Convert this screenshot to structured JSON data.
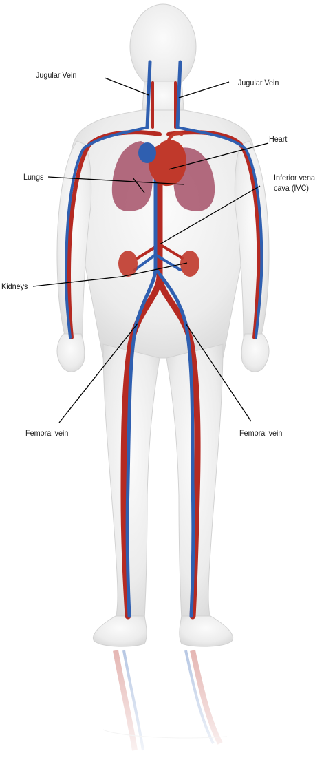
{
  "diagram": {
    "labels": {
      "jugular_left": "Jugular Vein",
      "jugular_right": "Jugular Vein",
      "heart": "Heart",
      "lungs": "Lungs",
      "ivc_line1": "Inferior vena",
      "ivc_line2": "cava (IVC)",
      "kidneys": "Kidneys",
      "femoral_left": "Femoral vein",
      "femoral_right": "Femoral vein"
    },
    "colors": {
      "vein": "#2f5fb0",
      "artery": "#b52a22",
      "body_fill": "#ececec",
      "organ": "#c0392b",
      "lung": "#9b3b55",
      "leader": "#000000"
    }
  }
}
